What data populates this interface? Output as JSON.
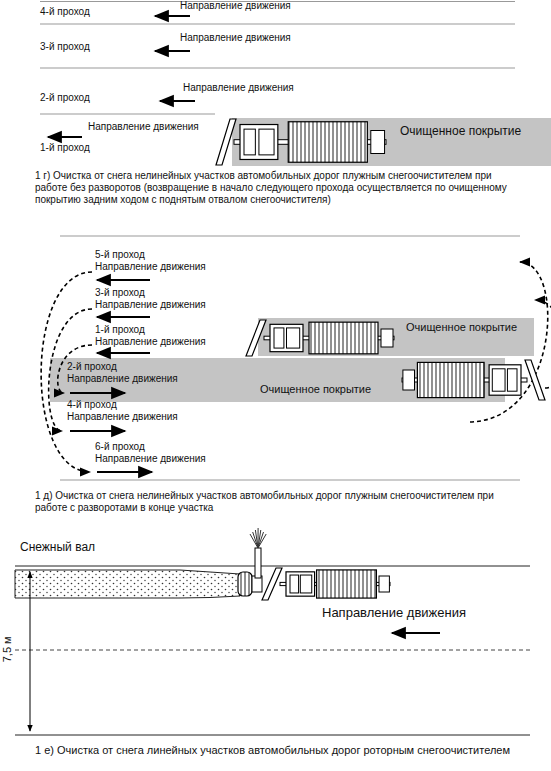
{
  "diagram": {
    "nodes": [
      {
        "text": [
          "Очищенное покрытие"
        ]
      },
      {
        "text": [
          "Очищенное покрытие"
        ]
      },
      {
        "text": [
          "Очищенное покрытие"
        ]
      }
    ],
    "labels": [
      "4-й проход",
      "Направление движения",
      "3-й проход",
      "Направление движения",
      "2-й проход",
      "Направление движения",
      "Направление движения",
      "1-й проход",
      "1 г) Очистка от снега нелинейных участков автомобильных дорог плужным снегоочистителем при работе без разворотов (возвращение в начало следующего прохода осуществляется по очищенному покрытию задним ходом с поднятым отвалом снегоочистителя)",
      "5-й проход",
      "Направление движения",
      "3-й проход",
      "Направление движения",
      "1-й проход",
      "Направление движения",
      "2-й проход",
      "Направление движения",
      "4-й проход",
      "Направление движения",
      "6-й проход",
      "Направление движения",
      "1 д) Очистка от снега нелинейных участков автомобильных дорог плужным снегоочистителем при работе с разворотами в конце участка",
      "Снежный вал",
      "Направление движения",
      "7,5 м",
      "1 е) Очистка от снега линейных участков автомобильных дорог роторным снегоочистителем"
    ]
  }
}
